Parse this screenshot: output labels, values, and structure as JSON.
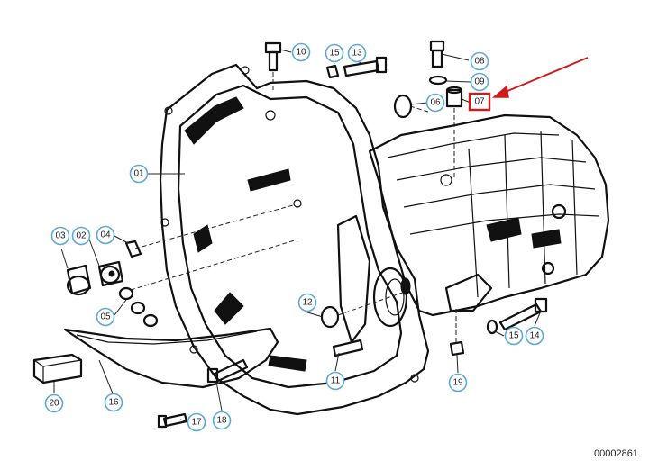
{
  "callouts": {
    "c01": "01",
    "c02": "02",
    "c03": "03",
    "c04": "04",
    "c05": "05",
    "c06": "06",
    "c07": "07",
    "c08": "08",
    "c09": "09",
    "c10": "10",
    "c11": "11",
    "c12": "12",
    "c13": "13",
    "c14": "14",
    "c15a": "15",
    "c15b": "15",
    "c16": "16",
    "c17": "17",
    "c18": "18",
    "c19": "19",
    "c20": "20"
  },
  "highlighted_callout": "07",
  "diagram_number": "00002861",
  "colors": {
    "callout_ring": "#5aa9d8",
    "highlight": "#d11b1b",
    "line_art": "#111111"
  }
}
